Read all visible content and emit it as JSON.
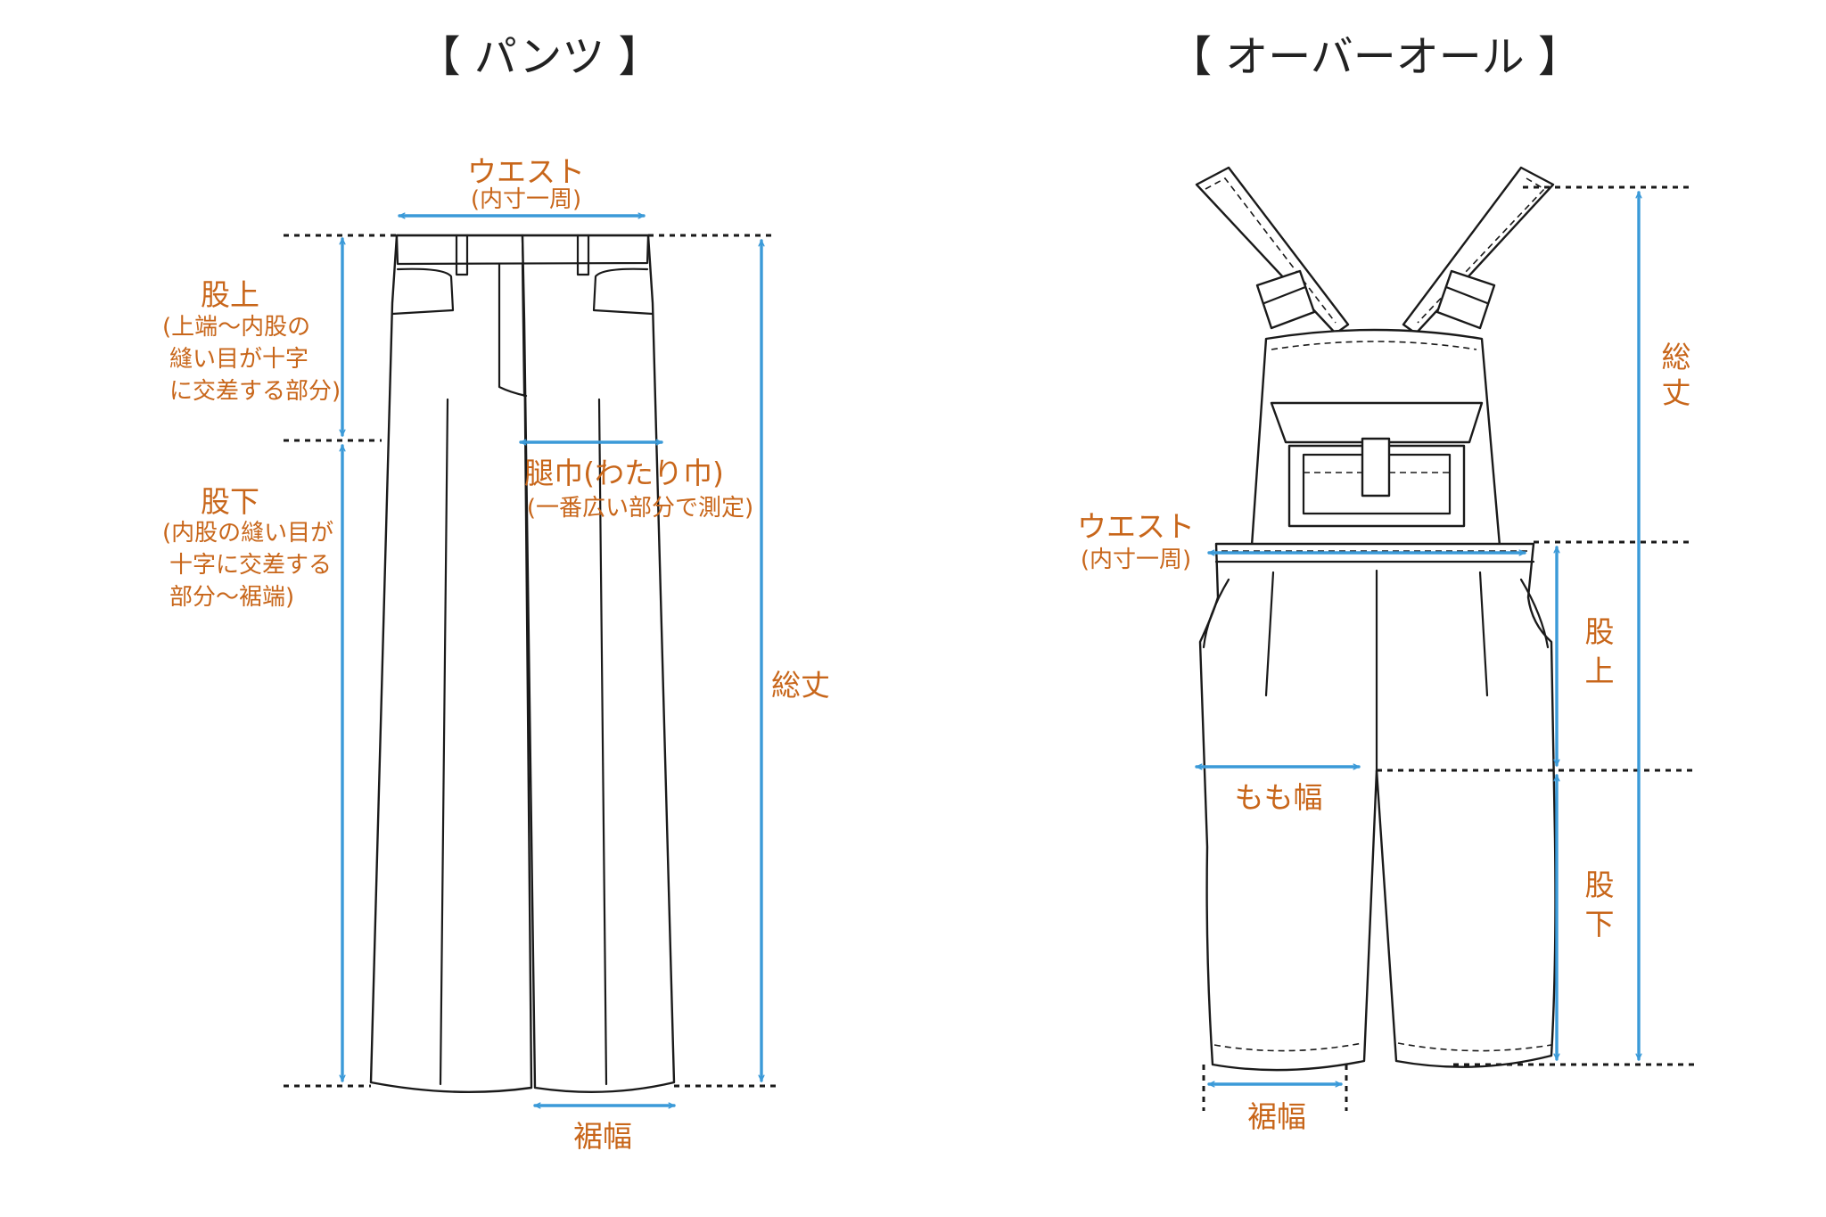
{
  "colors": {
    "label": "#c8661a",
    "arrow": "#3b9ad8",
    "outline": "#1a1a1a"
  },
  "pants": {
    "title": "【 パンツ 】",
    "waist": {
      "label": "ウエスト",
      "note": "(内寸一周)"
    },
    "rise": {
      "label": "股上",
      "note": [
        "(上端〜内股の",
        "縫い目が十字",
        "に交差する部分)"
      ]
    },
    "inseam": {
      "label": "股下",
      "note": [
        "(内股の縫い目が",
        "十字に交差する",
        "部分〜裾端)"
      ]
    },
    "thigh": {
      "label": "腿巾(わたり巾)",
      "note": "(一番広い部分で測定)"
    },
    "length": {
      "label": "総丈"
    },
    "hem": {
      "label": "裾幅"
    }
  },
  "overall": {
    "title": "【 オーバーオール 】",
    "waist": {
      "label": "ウエスト",
      "note": "(内寸一周)"
    },
    "length": {
      "chars": [
        "総",
        "丈"
      ]
    },
    "rise": {
      "chars": [
        "股",
        "上"
      ]
    },
    "inseam": {
      "chars": [
        "股",
        "下"
      ]
    },
    "thigh": {
      "label": "もも幅"
    },
    "hem": {
      "label": "裾幅"
    }
  }
}
